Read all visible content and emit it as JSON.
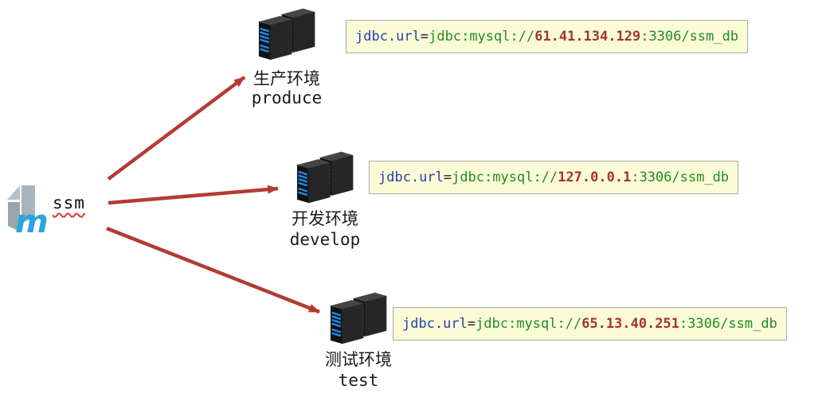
{
  "source": {
    "logo": "maven-icon",
    "label": "ssm"
  },
  "environments": [
    {
      "name_zh": "生产环境",
      "name_en": "produce",
      "jdbc": {
        "key": "jdbc.url",
        "equals": "=",
        "prefix": "jdbc:mysql://",
        "host": "61.41.134.129",
        "suffix": ":3306/ssm_db"
      }
    },
    {
      "name_zh": "开发环境",
      "name_en": "develop",
      "jdbc": {
        "key": "jdbc.url",
        "equals": "=",
        "prefix": "jdbc:mysql://",
        "host": "127.0.0.1",
        "suffix": ":3306/ssm_db"
      }
    },
    {
      "name_zh": "测试环境",
      "name_en": "test",
      "jdbc": {
        "key": "jdbc.url",
        "equals": "=",
        "prefix": "jdbc:mysql://",
        "host": "65.13.40.251",
        "suffix": ":3306/ssm_db"
      }
    }
  ],
  "colors": {
    "arrow": "#b43b32",
    "code_box_bg": "#fbfbd8",
    "code_box_border": "#a9a9a9",
    "code_key_blue": "#2442a6",
    "code_value_green": "#228b22",
    "code_host_red": "#a4342d",
    "logo_gray": "#a9b3bb",
    "logo_blue": "#29a5dd",
    "server_led_blue": "#1e88e5"
  }
}
